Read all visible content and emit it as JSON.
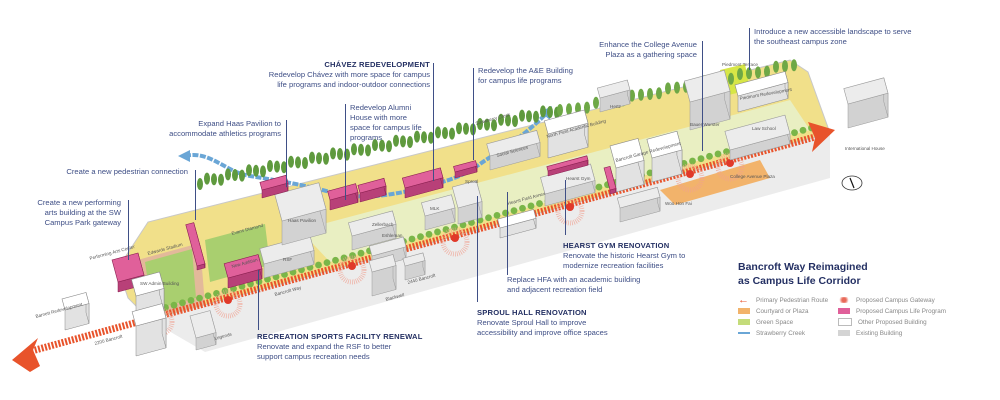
{
  "annotations": {
    "chavez": {
      "title": "CHÁVEZ REDEVELOPMENT",
      "line1": "Redevelop Chávez with more space for campus",
      "line2": "life programs and indoor-outdoor connections"
    },
    "ae": {
      "line1": "Redevelop the A&E Building",
      "line2": "for campus life programs"
    },
    "alumni": {
      "line1": "Redevelop Alumni",
      "line2": "House with more",
      "line3": "space for campus life",
      "line4": "programs"
    },
    "haas": {
      "line1": "Expand Haas Pavilion to",
      "line2": "accommodate athletics programs"
    },
    "pedestrian": {
      "line1": "Create a new pedestrian connection"
    },
    "performing": {
      "line1": "Create a new performing",
      "line2": "arts building at the SW",
      "line3": "Campus Park gateway"
    },
    "college_ave": {
      "line1": "Enhance the College Avenue",
      "line2": "Plaza as a gathering space"
    },
    "landscape": {
      "line1": "Introduce a new accessible landscape to serve",
      "line2": "the southeast campus zone"
    },
    "hearst": {
      "title": "HEARST GYM RENOVATION",
      "line1": "Renovate the historic Hearst Gym to",
      "line2": "modernize recreation facilities"
    },
    "hfa": {
      "line1": "Replace HFA with an academic building",
      "line2": "and adjacent recreation field"
    },
    "sproul": {
      "title": "SPROUL HALL RENOVATION",
      "line1": "Renovate Sproul Hall to improve",
      "line2": "accessibility and improve office spaces"
    },
    "rsf": {
      "title": "RECREATION SPORTS FACILITY RENEWAL",
      "line1": "Renovate and expand the RSF to better",
      "line2": "support campus recreation needs"
    }
  },
  "map_labels": {
    "edwards": "Edwards Stadium",
    "evans": "Evans Diamond",
    "haas": "Haas Pavilion",
    "rsf": "RSF",
    "new_addition": "New Addition",
    "zellerbach": "Zellerbach",
    "eshleman": "Eshleman",
    "mlk": "MLK",
    "sproul": "Sproul",
    "social_sciences": "Social Sciences",
    "north_field": "North Field Academic Building",
    "hearst_annex": "Hearst Field Annex",
    "hearst_gym": "Hearst Gym",
    "bancroft_garage": "Bancroft Garage Redevelopment",
    "bauer": "Bauer Wurster",
    "hertz": "Hertz",
    "law_school": "Law School",
    "piedmont": "Piedmont Redevelopment",
    "piedmont_terrace": "Piedmont Terrace",
    "international_house": "International House",
    "college_plaza": "College Avenue Plaza",
    "woo_hon_fai": "Woo Hon Fai",
    "blackwell": "Blackwell",
    "b2440": "2440 Bancroft",
    "bancroft_way": "Bancroft Way",
    "legends": "Legends",
    "b2200": "2200 Bancroft",
    "barnett": "Barnett Redevelopment",
    "sw_admin": "SW Admin Building",
    "pac": "Performing Arts Center",
    "creek": "Strawberry Creek"
  },
  "legend": {
    "title1": "Bancroft Way Reimagined",
    "title2": "as Campus Life Corridor",
    "items": [
      {
        "label": "Primary  Pedestrian Route",
        "icon": "arrow-left",
        "color": "#e8532b"
      },
      {
        "label": "Proposed Campus Gateway",
        "icon": "gateway",
        "color": "#e86a5a"
      },
      {
        "label": "Courtyard or Plaza",
        "icon": "swatch",
        "color": "#f2b36b"
      },
      {
        "label": "Proposed Campus Life Program",
        "icon": "swatch",
        "color": "#e0609a"
      },
      {
        "label": "Green Space",
        "icon": "swatch",
        "color": "#c4dc7a"
      },
      {
        "label": "Other Proposed Building",
        "icon": "swatch",
        "color": "#ffffff"
      },
      {
        "label": "Strawberry Creek",
        "icon": "line",
        "color": "#6aa6d6"
      },
      {
        "label": "Existing Building",
        "icon": "swatch",
        "color": "#d4d4d4"
      }
    ]
  },
  "colors": {
    "route": "#e8532b",
    "program": "#e0609a",
    "green": "#b9d878",
    "creek": "#6aa6d6",
    "existing": "#e4e4e4",
    "text": "#3f4f86"
  }
}
